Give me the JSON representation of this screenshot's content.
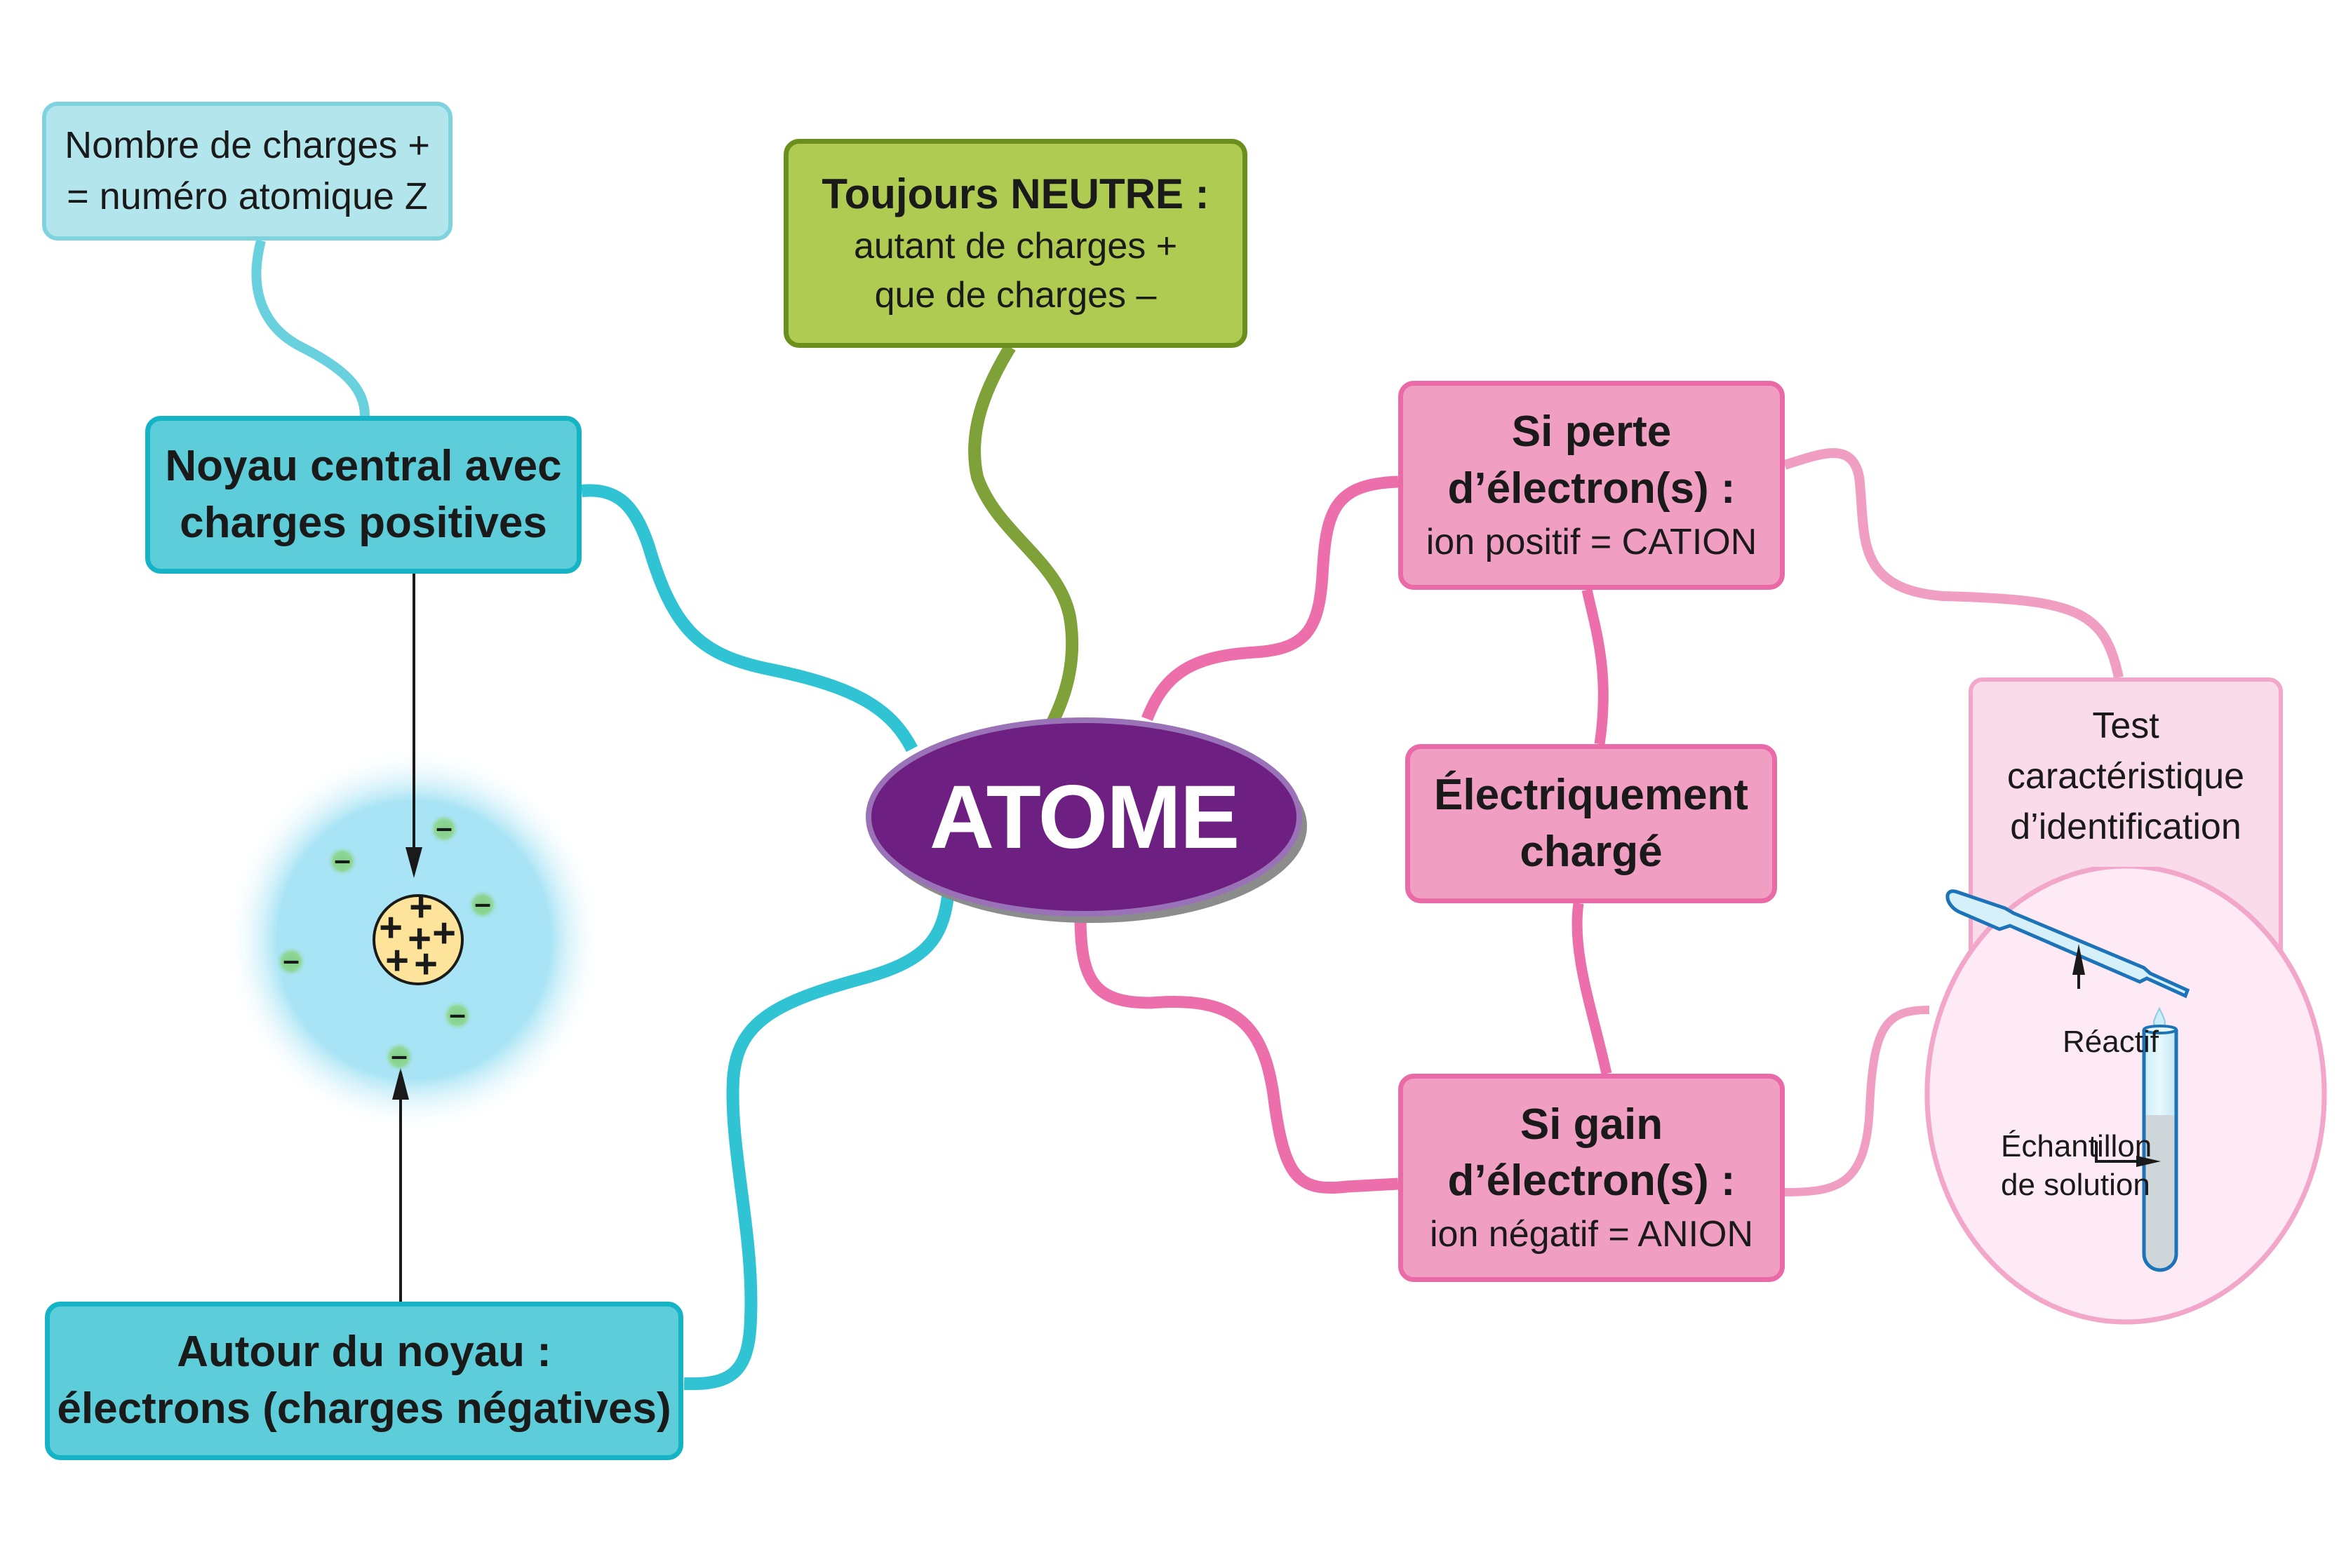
{
  "center": {
    "label": "ATOME",
    "color": "#6e1f82",
    "border_color": "#9a72b8"
  },
  "branches": {
    "nombre_charges": {
      "line1": "Nombre de charges +",
      "line2": "= numéro atomique Z",
      "color": "#b2e6ec"
    },
    "noyau": {
      "line1": "Noyau central avec",
      "line2": "charges positives",
      "color": "#5ccdd9"
    },
    "autour": {
      "line1": "Autour du noyau :",
      "line2": "électrons (charges négatives)",
      "color": "#5ccdd9"
    },
    "neutre": {
      "title": "Toujours NEUTRE :",
      "line1": "autant de charges +",
      "line2": "que de charges –",
      "color": "#afcb52"
    },
    "perte": {
      "title1": "Si perte",
      "title2": "d’électron(s) :",
      "subtitle": "ion positif = CATION",
      "color": "#f19ec3"
    },
    "charge": {
      "line1": "Électriquement",
      "line2": "chargé",
      "color": "#f19ec3"
    },
    "gain": {
      "title1": "Si gain",
      "title2": "d’électron(s) :",
      "subtitle": "ion négatif = ANION",
      "color": "#f19ec3"
    },
    "test": {
      "line1": "Test",
      "line2": "caractéristique",
      "line3": "d’identification",
      "color": "#fadbea"
    }
  },
  "atom_illustration": {
    "nucleus_symbol": "+",
    "nucleus_charge_count": 6,
    "electron_symbol": "–",
    "electron_count": 6
  },
  "test_illustration": {
    "reagent_label": "Réactif",
    "sample_label_line1": "Échantillon",
    "sample_label_line2": "de solution"
  },
  "connector_colors": {
    "cyan": "#2fc3d4",
    "green": "#7fa13a",
    "pink": "#ec6fab",
    "light_pink": "#f19ec3"
  }
}
